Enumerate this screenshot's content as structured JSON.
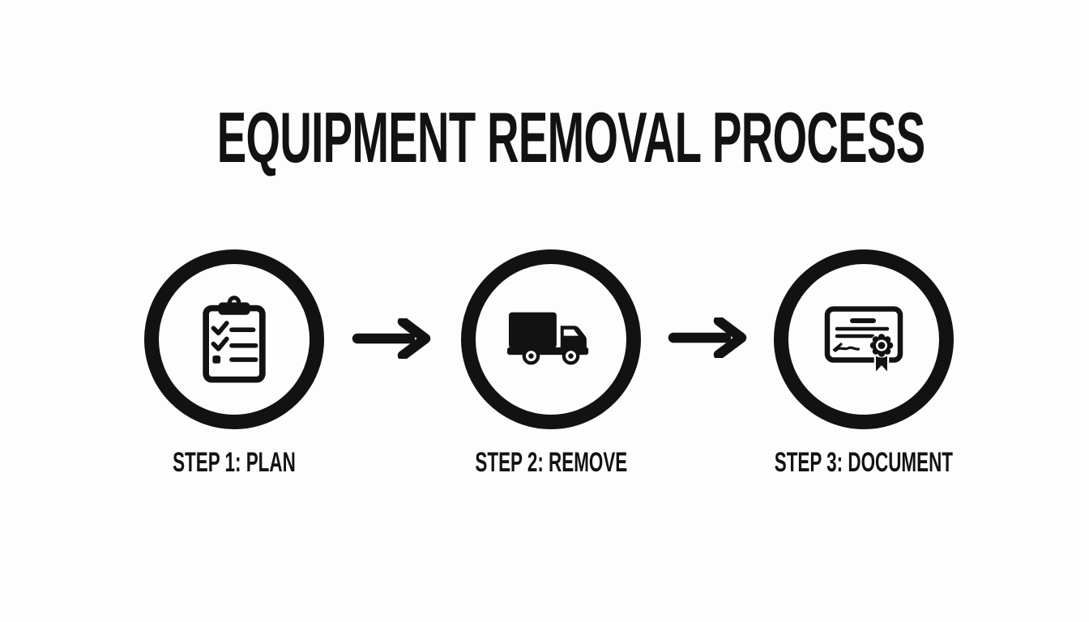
{
  "colors": {
    "background": "#fdfdfd",
    "ink": "#121212"
  },
  "title": "EQUIPMENT REMOVAL PROCESS",
  "steps": [
    {
      "label": "STEP 1: PLAN",
      "icon": "clipboard-checklist"
    },
    {
      "label": "STEP 2: REMOVE",
      "icon": "delivery-truck"
    },
    {
      "label": "STEP 3: DOCUMENT",
      "icon": "certificate-seal"
    }
  ],
  "connectors": [
    {
      "icon": "arrow-right"
    },
    {
      "icon": "arrow-right"
    }
  ]
}
